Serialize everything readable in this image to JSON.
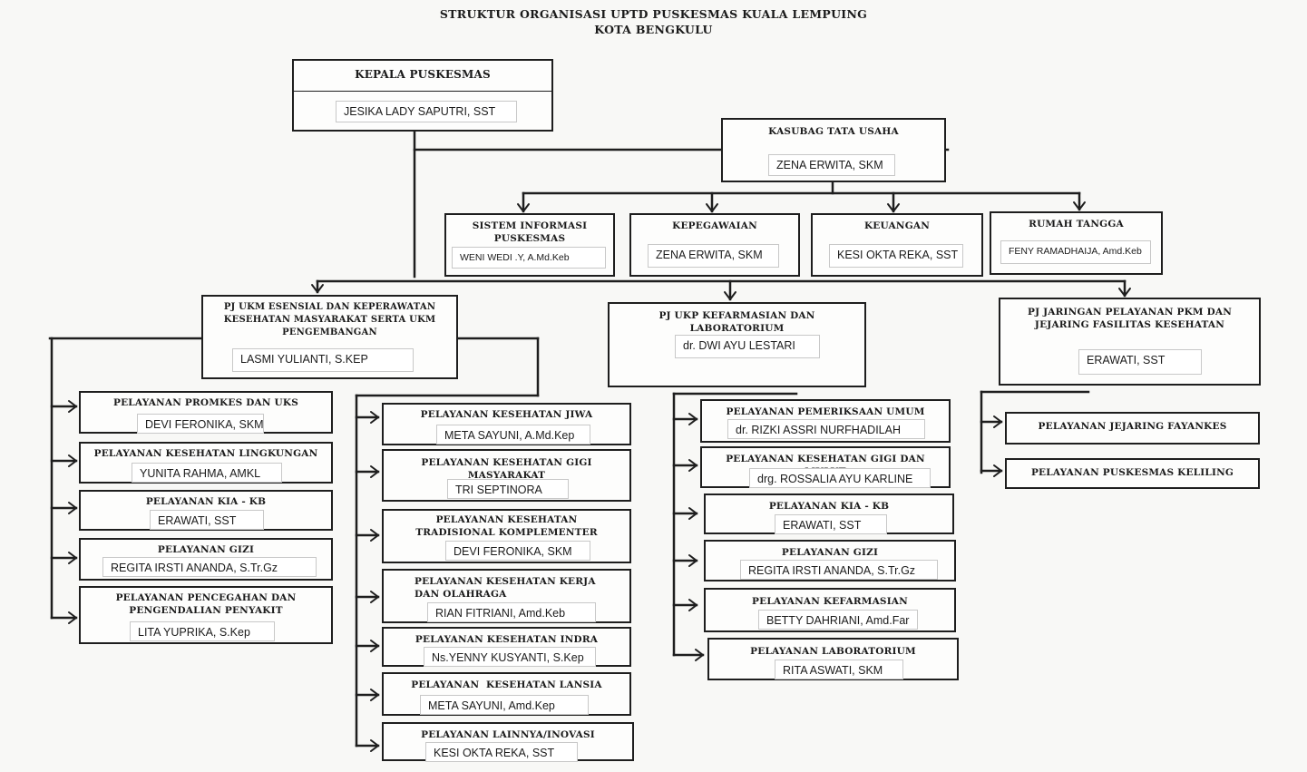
{
  "title": {
    "line1": "STRUKTUR ORGANISASI UPTD PUSKESMAS KUALA LEMPUING",
    "line2": "KOTA BENGKULU"
  },
  "head": {
    "position": "KEPALA PUSKESMAS",
    "name": "JESIKA LADY SAPUTRI, SST"
  },
  "admin": {
    "position": "KASUBAG TATA USAHA",
    "name": "ZENA ERWITA, SKM",
    "units": [
      {
        "position": "SISTEM INFORMASI PUSKESMAS",
        "name": "WENI WEDI .Y, A.Md.Keb"
      },
      {
        "position": "KEPEGAWAIAN",
        "name": "ZENA ERWITA, SKM"
      },
      {
        "position": "KEUANGAN",
        "name": "KESI OKTA REKA, SST"
      },
      {
        "position": "RUMAH TANGGA",
        "name": "FENY RAMADHAIJA, Amd.Keb"
      }
    ]
  },
  "ukm": {
    "position": "PJ UKM ESENSIAL DAN KEPERAWATAN KESEHATAN MASYARAKAT SERTA UKM PENGEMBANGAN",
    "name": "LASMI YULIANTI, S.KEP",
    "esensial": [
      {
        "position": "PELAYANAN PROMKES DAN UKS",
        "name": "DEVI FERONIKA, SKM"
      },
      {
        "position": "PELAYANAN KESEHATAN LINGKUNGAN",
        "name": "YUNITA RAHMA, AMKL"
      },
      {
        "position": "PELAYANAN KIA - KB",
        "name": "ERAWATI, SST"
      },
      {
        "position": "PELAYANAN GIZI",
        "name": "REGITA IRSTI ANANDA, S.Tr.Gz"
      },
      {
        "position": "PELAYANAN PENCEGAHAN DAN PENGENDALIAN PENYAKIT",
        "name": "LITA YUPRIKA, S.Kep"
      }
    ],
    "pengembangan": [
      {
        "position": "PELAYANAN KESEHATAN JIWA",
        "name": "META SAYUNI, A.Md.Kep"
      },
      {
        "position": "PELAYANAN KESEHATAN GIGI MASYARAKAT",
        "name": "TRI SEPTINORA"
      },
      {
        "position": "PELAYANAN KESEHATAN TRADISIONAL KOMPLEMENTER",
        "name": "DEVI FERONIKA, SKM"
      },
      {
        "position": "PELAYANAN KESEHATAN KERJA DAN OLAHRAGA",
        "name": "RIAN FITRIANI, Amd.Keb"
      },
      {
        "position": "PELAYANAN KESEHATAN INDRA",
        "name": "Ns.YENNY KUSYANTI, S.Kep"
      },
      {
        "position": "PELAYANAN  KESEHATAN LANSIA",
        "name": "META SAYUNI, Amd.Kep"
      },
      {
        "position": "PELAYANAN LAINNYA/INOVASI",
        "name": "KESI OKTA REKA, SST"
      }
    ]
  },
  "ukp": {
    "position": "PJ UKP KEFARMASIAN DAN LABORATORIUM",
    "name": "dr. DWI AYU LESTARI",
    "units": [
      {
        "position": "PELAYANAN PEMERIKSAAN UMUM",
        "name": "dr. RIZKI ASSRI NURFHADILAH"
      },
      {
        "position": "PELAYANAN KESEHATAN GIGI DAN MULUT",
        "name": "drg. ROSSALIA AYU KARLINE"
      },
      {
        "position": "PELAYANAN KIA - KB",
        "name": "ERAWATI, SST"
      },
      {
        "position": "PELAYANAN GIZI",
        "name": "REGITA IRSTI ANANDA, S.Tr.Gz"
      },
      {
        "position": "PELAYANAN KEFARMASIAN",
        "name": "BETTY DAHRIANI, Amd.Far"
      },
      {
        "position": "PELAYANAN LABORATORIUM",
        "name": "RITA ASWATI, SKM"
      }
    ]
  },
  "jaringan": {
    "position": "PJ JARINGAN PELAYANAN PKM DAN JEJARING FASILITAS KESEHATAN",
    "name": "ERAWATI, SST",
    "units": [
      {
        "position": "PELAYANAN JEJARING FAYANKES"
      },
      {
        "position": "PELAYANAN PUSKESMAS KELILING"
      }
    ]
  }
}
